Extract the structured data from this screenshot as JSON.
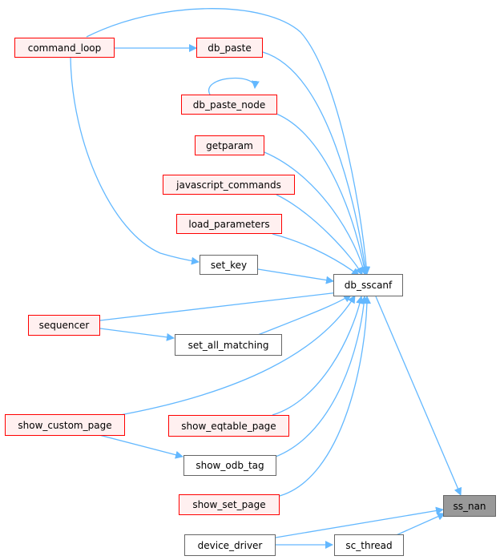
{
  "nodes": {
    "command_loop": "command_loop",
    "db_paste": "db_paste",
    "db_paste_node": "db_paste_node",
    "getparam": "getparam",
    "javascript_commands": "javascript_commands",
    "load_parameters": "load_parameters",
    "set_key": "set_key",
    "db_sscanf": "db_sscanf",
    "sequencer": "sequencer",
    "set_all_matching": "set_all_matching",
    "show_custom_page": "show_custom_page",
    "show_eqtable_page": "show_eqtable_page",
    "show_odb_tag": "show_odb_tag",
    "show_set_page": "show_set_page",
    "ss_nan": "ss_nan",
    "device_driver": "device_driver",
    "sc_thread": "sc_thread"
  },
  "colors": {
    "edge": "#63b8ff",
    "red_border": "#ff0000",
    "red_fill": "#fff0f0",
    "focus_fill": "#999999",
    "plain_border": "#666666"
  }
}
